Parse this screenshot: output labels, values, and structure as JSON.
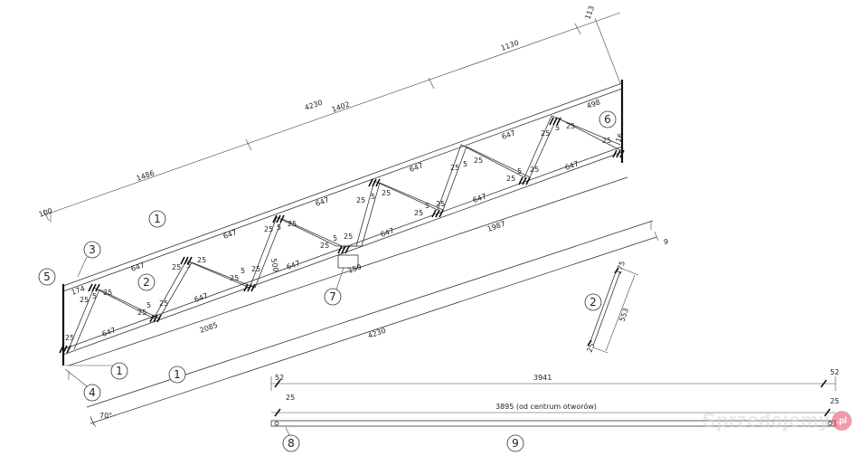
{
  "truss": {
    "dim_total_top": "4230",
    "dim_1130": "1130",
    "dim_113": "113",
    "dim_1402": "1402",
    "dim_1486": "1486",
    "dim_100": "100",
    "dim_498": "498",
    "dim_16": "16",
    "dim_1987": "1987",
    "dim_9": "9",
    "dim_2085": "2085",
    "dim_4230_bottom": "4230",
    "dim_174": "174",
    "dim_500": "500",
    "dim_159": "159",
    "dim_25": "25",
    "dim_5": "5",
    "dim_647": "647",
    "angle": "70°"
  },
  "callouts": [
    "1",
    "2",
    "3",
    "4",
    "5",
    "6",
    "7",
    "8",
    "9"
  ],
  "detail_2": {
    "dim_553": "553",
    "dim_175": "175",
    "dim_25": "25"
  },
  "bar_9": {
    "dim_52_left": "52",
    "dim_3941": "3941",
    "dim_52_right": "52",
    "dim_25_left": "25",
    "dim_3895": "3895 (od centrum otworów)",
    "dim_25_right": "25"
  },
  "watermark": {
    "text": "Sprzedajemy",
    "badge": ".pl"
  }
}
